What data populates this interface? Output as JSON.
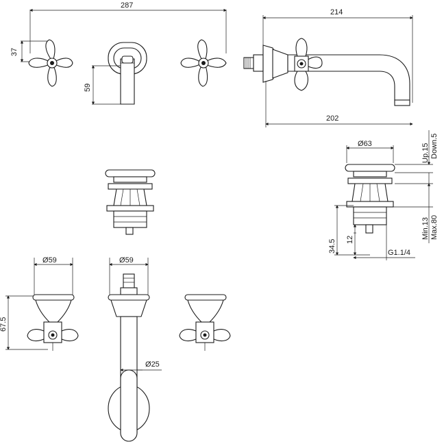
{
  "dimensions": {
    "overall_width": "287",
    "handle_height": "37",
    "spout_height": "59",
    "spout_overall_length": "214",
    "spout_projection": "202",
    "waste_diameter": "63",
    "waste_up": "Up.15",
    "waste_down": "Down.5",
    "waste_min": "Min.13",
    "waste_max": "Max.80",
    "waste_height": "34.5",
    "waste_thread_len": "12",
    "waste_thread": "G1.1/4",
    "left_rosette": "59",
    "center_rosette": "59",
    "handle_depth": "67.5",
    "spout_tube": "25"
  },
  "symbols": {
    "diameter": "Ø"
  }
}
